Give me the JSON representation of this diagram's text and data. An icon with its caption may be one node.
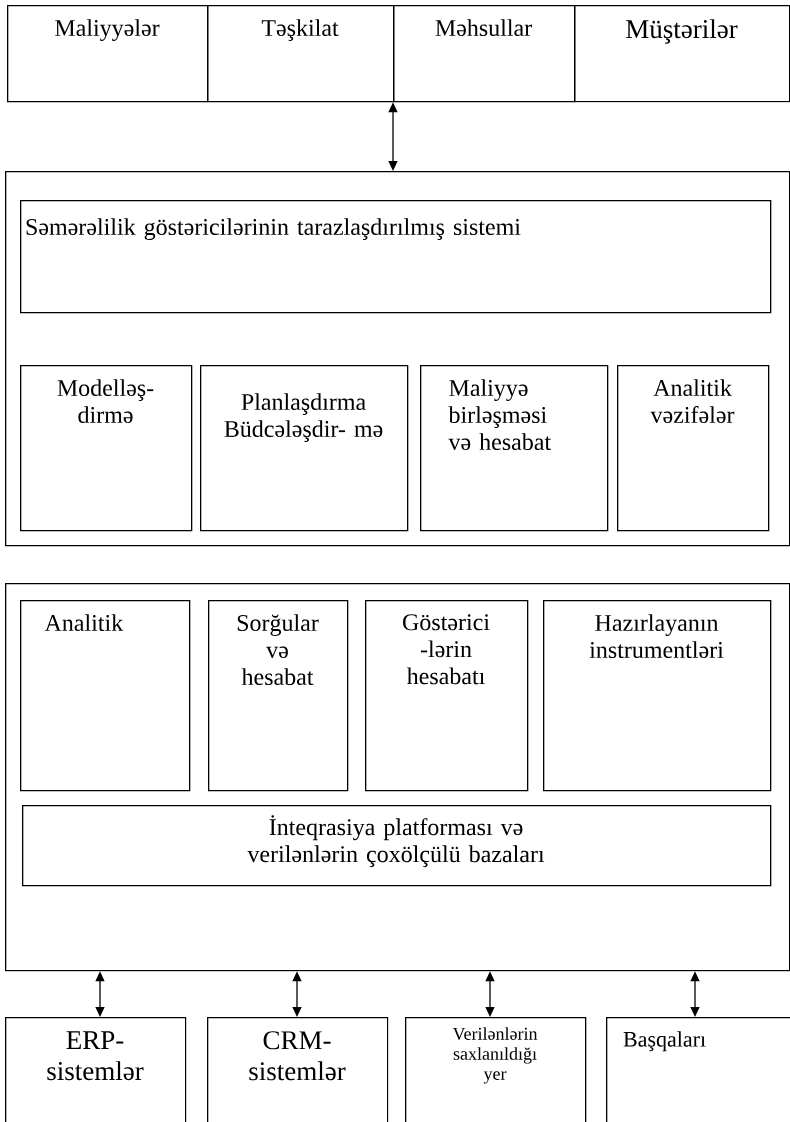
{
  "diagram": {
    "nodes": [
      {
        "text": [
          "Maliyyələr"
        ]
      },
      {
        "text": [
          "Təşkilat"
        ]
      },
      {
        "text": [
          "Məhsullar"
        ]
      },
      {
        "text": [
          "Müştərilər"
        ]
      },
      {
        "text": [],
        "shape": "box"
      },
      {
        "text": [
          "Səmərəlilik göstəricilərinin tarazlaşdırılmış sistemi"
        ],
        "in": 4
      },
      {
        "text": [
          "Modelləş- dirmə"
        ],
        "in": 4
      },
      {
        "text": [
          "Planlaşdırma Büdcələşdir- mə"
        ],
        "in": 4
      },
      {
        "text": [
          "Maliyyə birləşməsi və hesabat"
        ],
        "in": 4
      },
      {
        "text": [
          "Analitik vəzifələr"
        ],
        "in": 4
      },
      {
        "text": [],
        "shape": "box"
      },
      {
        "text": [
          "Analitik"
        ],
        "in": 10
      },
      {
        "text": [
          "Sorğular və hesabat"
        ],
        "in": 10
      },
      {
        "text": [
          "Göstərici -lərin hesabatı"
        ],
        "in": 10
      },
      {
        "text": [
          "Hazırlayanın instrumentləri"
        ],
        "in": 10
      },
      {
        "text": [
          "İnteqrasiya platforması və verilənlərin çoxölçülü bazaları"
        ],
        "in": 10
      },
      {
        "text": [
          "ERP- sistemlər"
        ]
      },
      {
        "text": [
          "CRM- sistemlər"
        ]
      },
      {
        "text": [
          "Verilənlərin saxlanıldığı yer"
        ]
      },
      {
        "text": [
          "Başqaları"
        ]
      }
    ],
    "edges": [
      {
        "from": 2,
        "to": 4,
        "arrow": "both"
      },
      {
        "from": 10,
        "to": 16,
        "arrow": "both"
      },
      {
        "from": 10,
        "to": 17,
        "arrow": "both"
      },
      {
        "from": 10,
        "to": 18,
        "arrow": "both"
      },
      {
        "from": 10,
        "to": 19,
        "arrow": "both"
      }
    ]
  }
}
